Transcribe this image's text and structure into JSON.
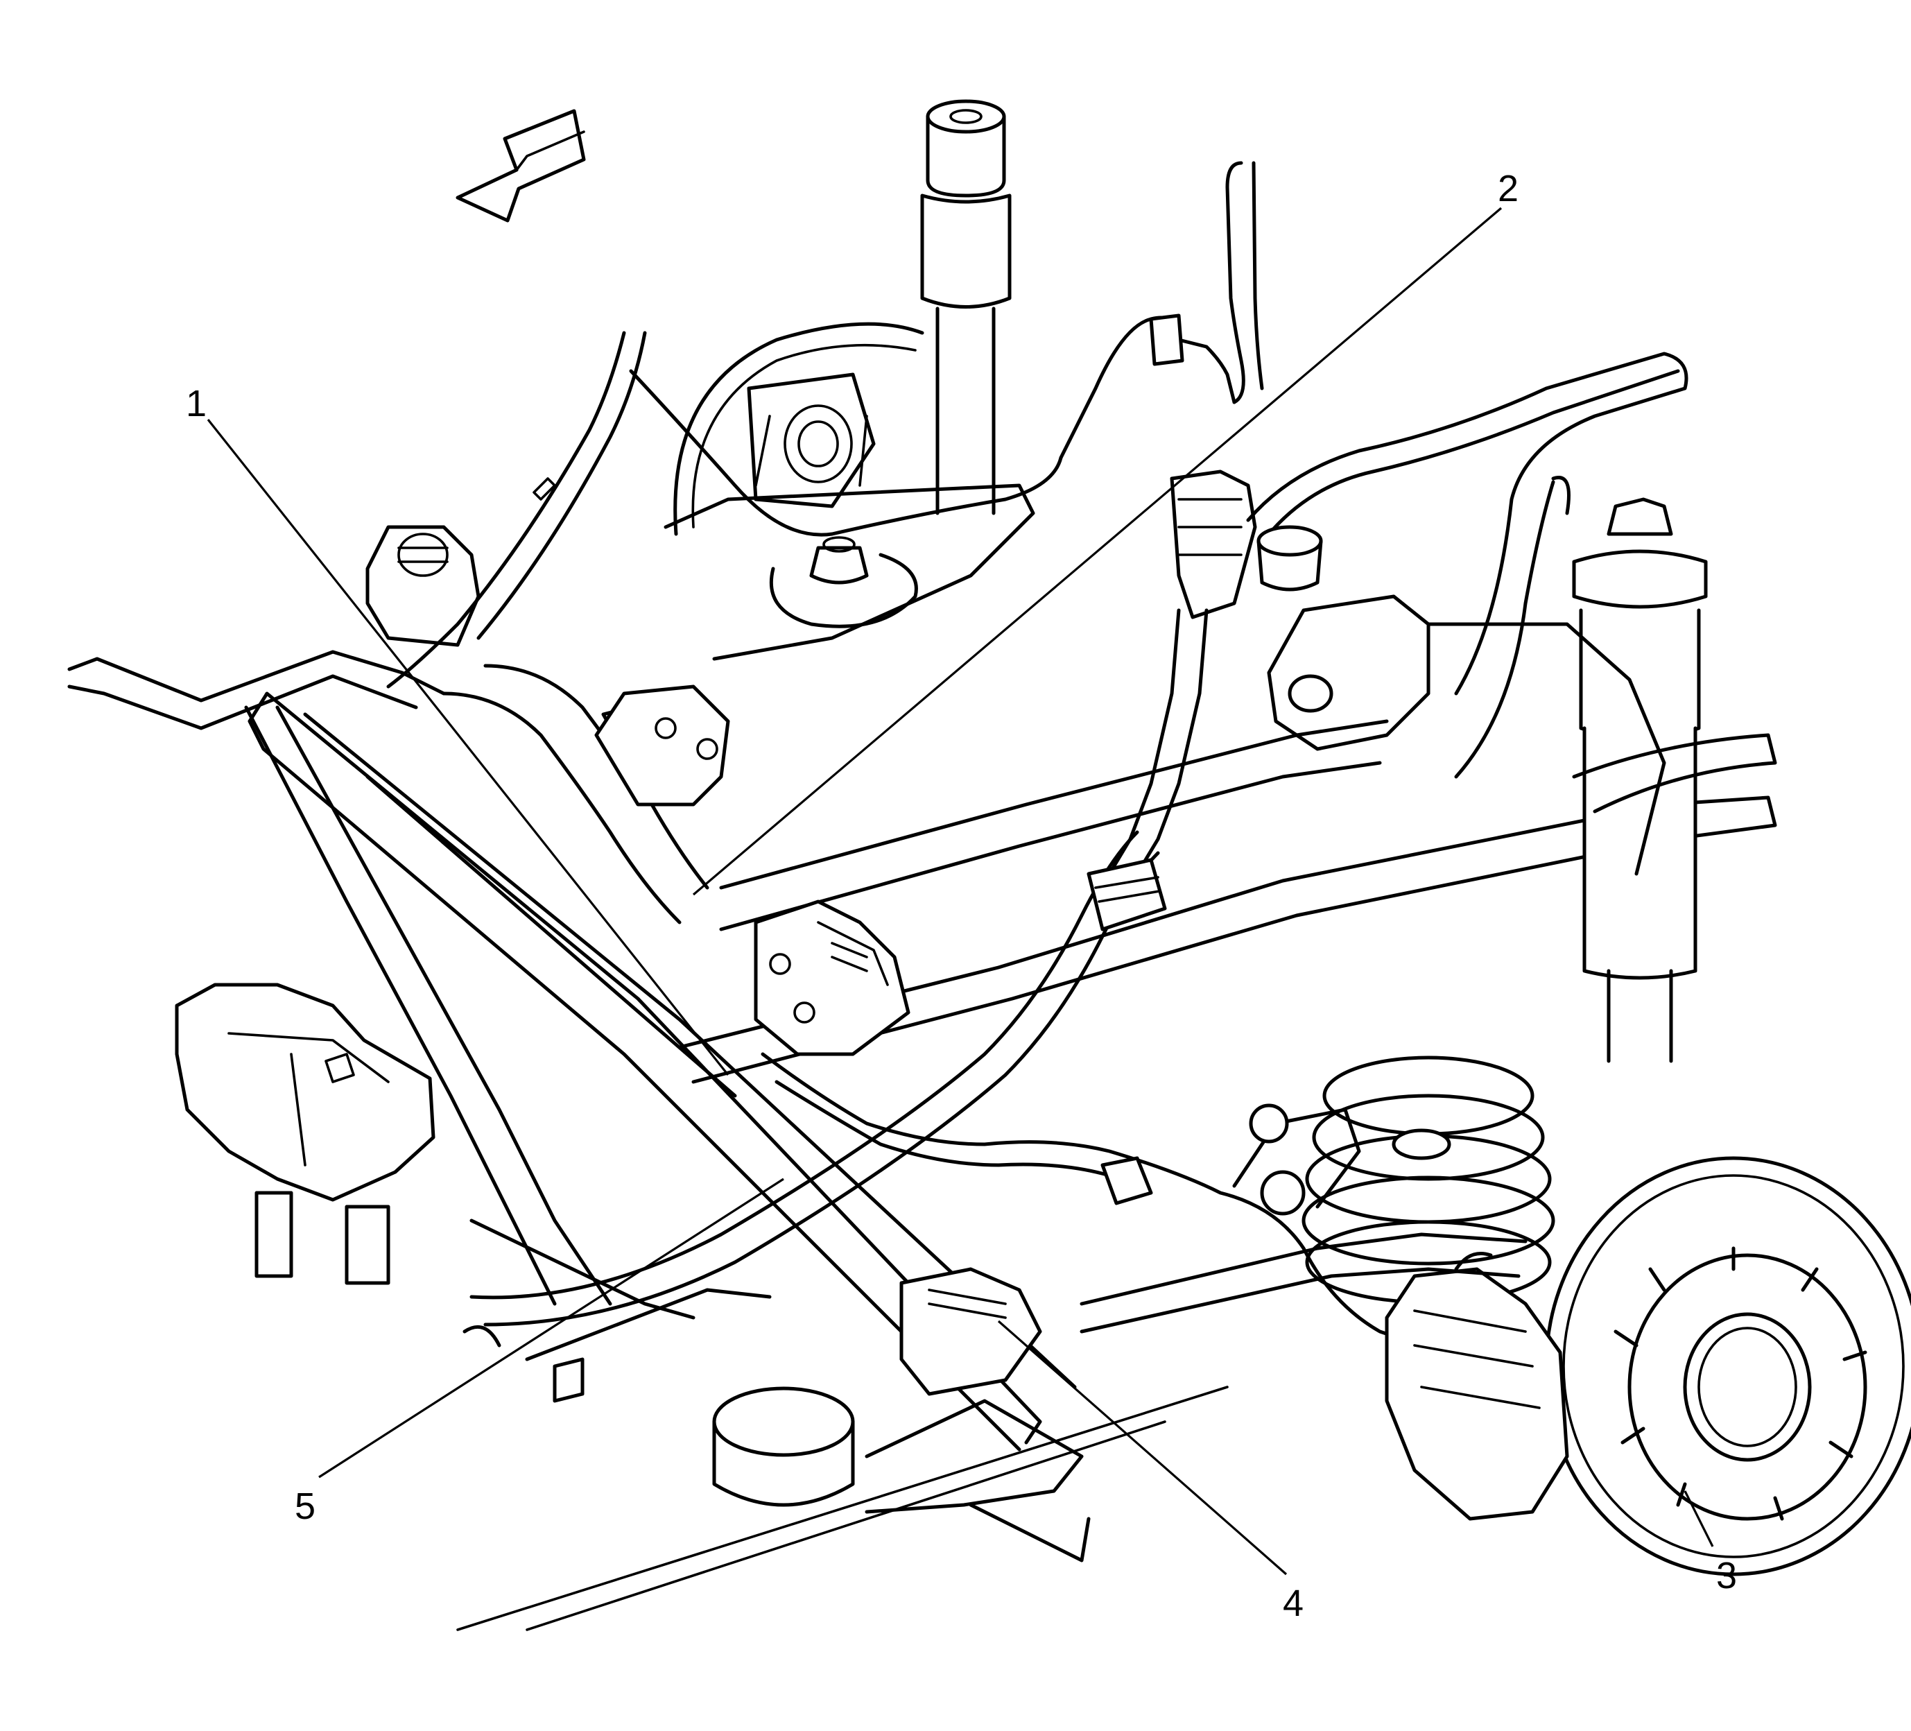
{
  "diagram": {
    "callouts": [
      {
        "id": "1",
        "label": "1"
      },
      {
        "id": "2",
        "label": "2"
      },
      {
        "id": "3",
        "label": "3"
      },
      {
        "id": "4",
        "label": "4"
      },
      {
        "id": "5",
        "label": "5"
      }
    ],
    "icons": {
      "direction": "forward-direction-arrow-icon"
    },
    "colors": {
      "ink": "#000000",
      "background": "#ffffff"
    }
  }
}
